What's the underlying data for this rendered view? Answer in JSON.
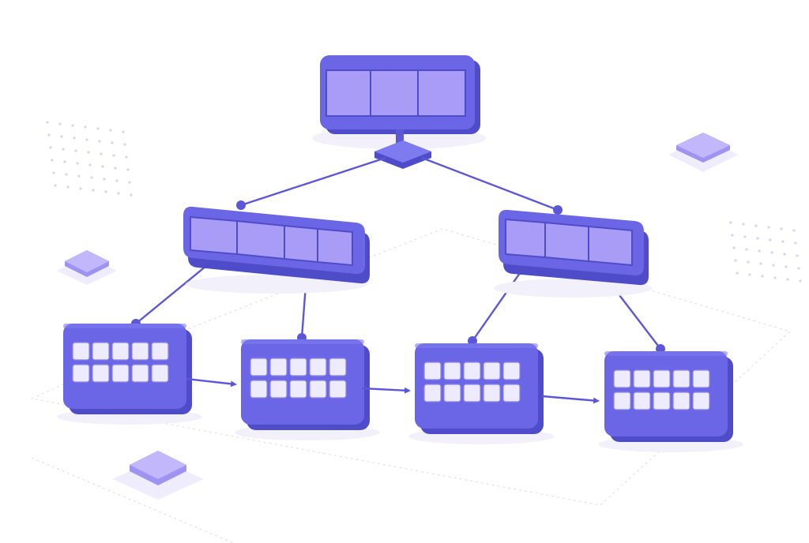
{
  "theme": {
    "background": "#ffffff",
    "node_side": "#4f4cc9",
    "node_face": "#6a66e6",
    "node_top": "#7e7af0",
    "cell_fill": "#a99cf7",
    "cell_stroke": "#4f4cc9",
    "leaf_cell_fill": "#eeeaff",
    "leaf_cell_stroke": "#8d86ea",
    "edge": "#5b57d6",
    "tile_top": "#c3b7fb",
    "tile_side": "#9f93f2",
    "tile_shadow": "#efedfd",
    "dot": "#d6d3f3",
    "floor_line": "#dcdcec"
  },
  "diagram": {
    "type": "b-plus-tree",
    "levels": [
      {
        "level": "root",
        "nodes": [
          {
            "id": "root",
            "cells": 3
          }
        ]
      },
      {
        "level": "internal",
        "nodes": [
          {
            "id": "internal-left",
            "cells": 4
          },
          {
            "id": "internal-right",
            "cells": 3
          }
        ]
      },
      {
        "level": "leaf",
        "nodes": [
          {
            "id": "leaf-1",
            "rows": 2,
            "cols": 5
          },
          {
            "id": "leaf-2",
            "rows": 2,
            "cols": 5
          },
          {
            "id": "leaf-3",
            "rows": 2,
            "cols": 5
          },
          {
            "id": "leaf-4",
            "rows": 2,
            "cols": 5
          }
        ]
      }
    ],
    "edges": [
      {
        "from": "root",
        "to": "internal-left"
      },
      {
        "from": "root",
        "to": "internal-right"
      },
      {
        "from": "internal-left",
        "to": "leaf-1"
      },
      {
        "from": "internal-left",
        "to": "leaf-2"
      },
      {
        "from": "internal-right",
        "to": "leaf-3"
      },
      {
        "from": "internal-right",
        "to": "leaf-4"
      }
    ],
    "leaf_links": [
      {
        "from": "leaf-1",
        "to": "leaf-2"
      },
      {
        "from": "leaf-2",
        "to": "leaf-3"
      },
      {
        "from": "leaf-3",
        "to": "leaf-4"
      }
    ]
  }
}
